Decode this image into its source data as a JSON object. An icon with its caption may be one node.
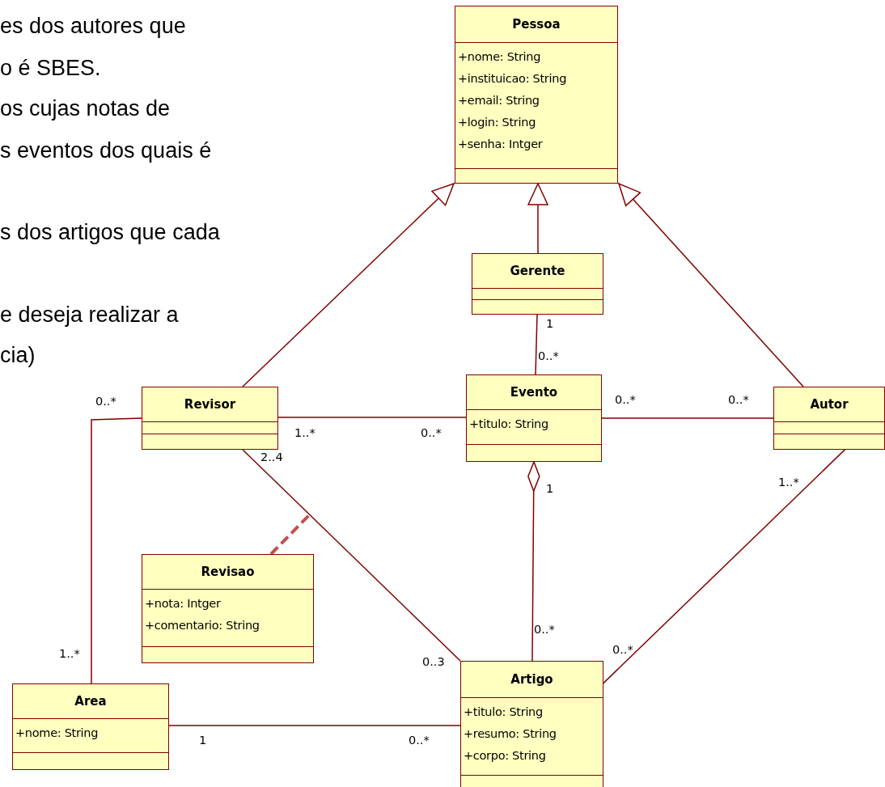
{
  "diagram": {
    "nodes": [
      {
        "text": [
          "Pessoa",
          "+nome: String",
          "+instituicao: String",
          "+email: String",
          "+login: String",
          "+senha: Intger"
        ]
      },
      {
        "text": [
          "Gerente"
        ]
      },
      {
        "text": [
          "Revisor"
        ]
      },
      {
        "text": [
          "Evento",
          "+titulo: String"
        ]
      },
      {
        "text": [
          "Autor"
        ]
      },
      {
        "text": [
          "Revisao",
          "+nota: Intger",
          "+comentario: String"
        ]
      },
      {
        "text": [
          "Area",
          "+nome: String"
        ]
      },
      {
        "text": [
          "Artigo",
          "+titulo: String",
          "+resumo: String",
          "+corpo: String"
        ]
      }
    ],
    "edges": [
      {
        "from": 2,
        "to": 0,
        "arrow": "to"
      },
      {
        "from": 1,
        "to": 0,
        "arrow": "to"
      },
      {
        "from": 4,
        "to": 0,
        "arrow": "to"
      },
      {
        "from": 1,
        "to": 3,
        "arrow": "none"
      },
      {
        "from": 2,
        "to": 3,
        "arrow": "none"
      },
      {
        "from": 3,
        "to": 4,
        "arrow": "none"
      },
      {
        "from": 2,
        "to": 7,
        "arrow": "none"
      },
      {
        "from": 2,
        "to": 6,
        "arrow": "none"
      },
      {
        "from": 7,
        "to": 3,
        "arrow": "other"
      },
      {
        "from": 4,
        "to": 7,
        "arrow": "none"
      },
      {
        "from": 6,
        "to": 7,
        "arrow": "none"
      },
      {
        "from": 5,
        "to": null,
        "arrow": "none",
        "style": "dashed",
        "color": "#c0504d"
      }
    ],
    "labels": [
      "es dos autores que",
      "o é SBES.",
      "os cujas notas de",
      "s eventos dos quais é",
      "s dos artigos que cada",
      "e deseja realizar a",
      "cia)",
      "1",
      "0..*",
      "0..*",
      "0..*",
      "0..*",
      "1..*",
      "0..*",
      "2..4",
      "1",
      "1..*",
      "0..*",
      "1..*",
      "0..*",
      "0..3",
      "1",
      "0..*"
    ]
  }
}
